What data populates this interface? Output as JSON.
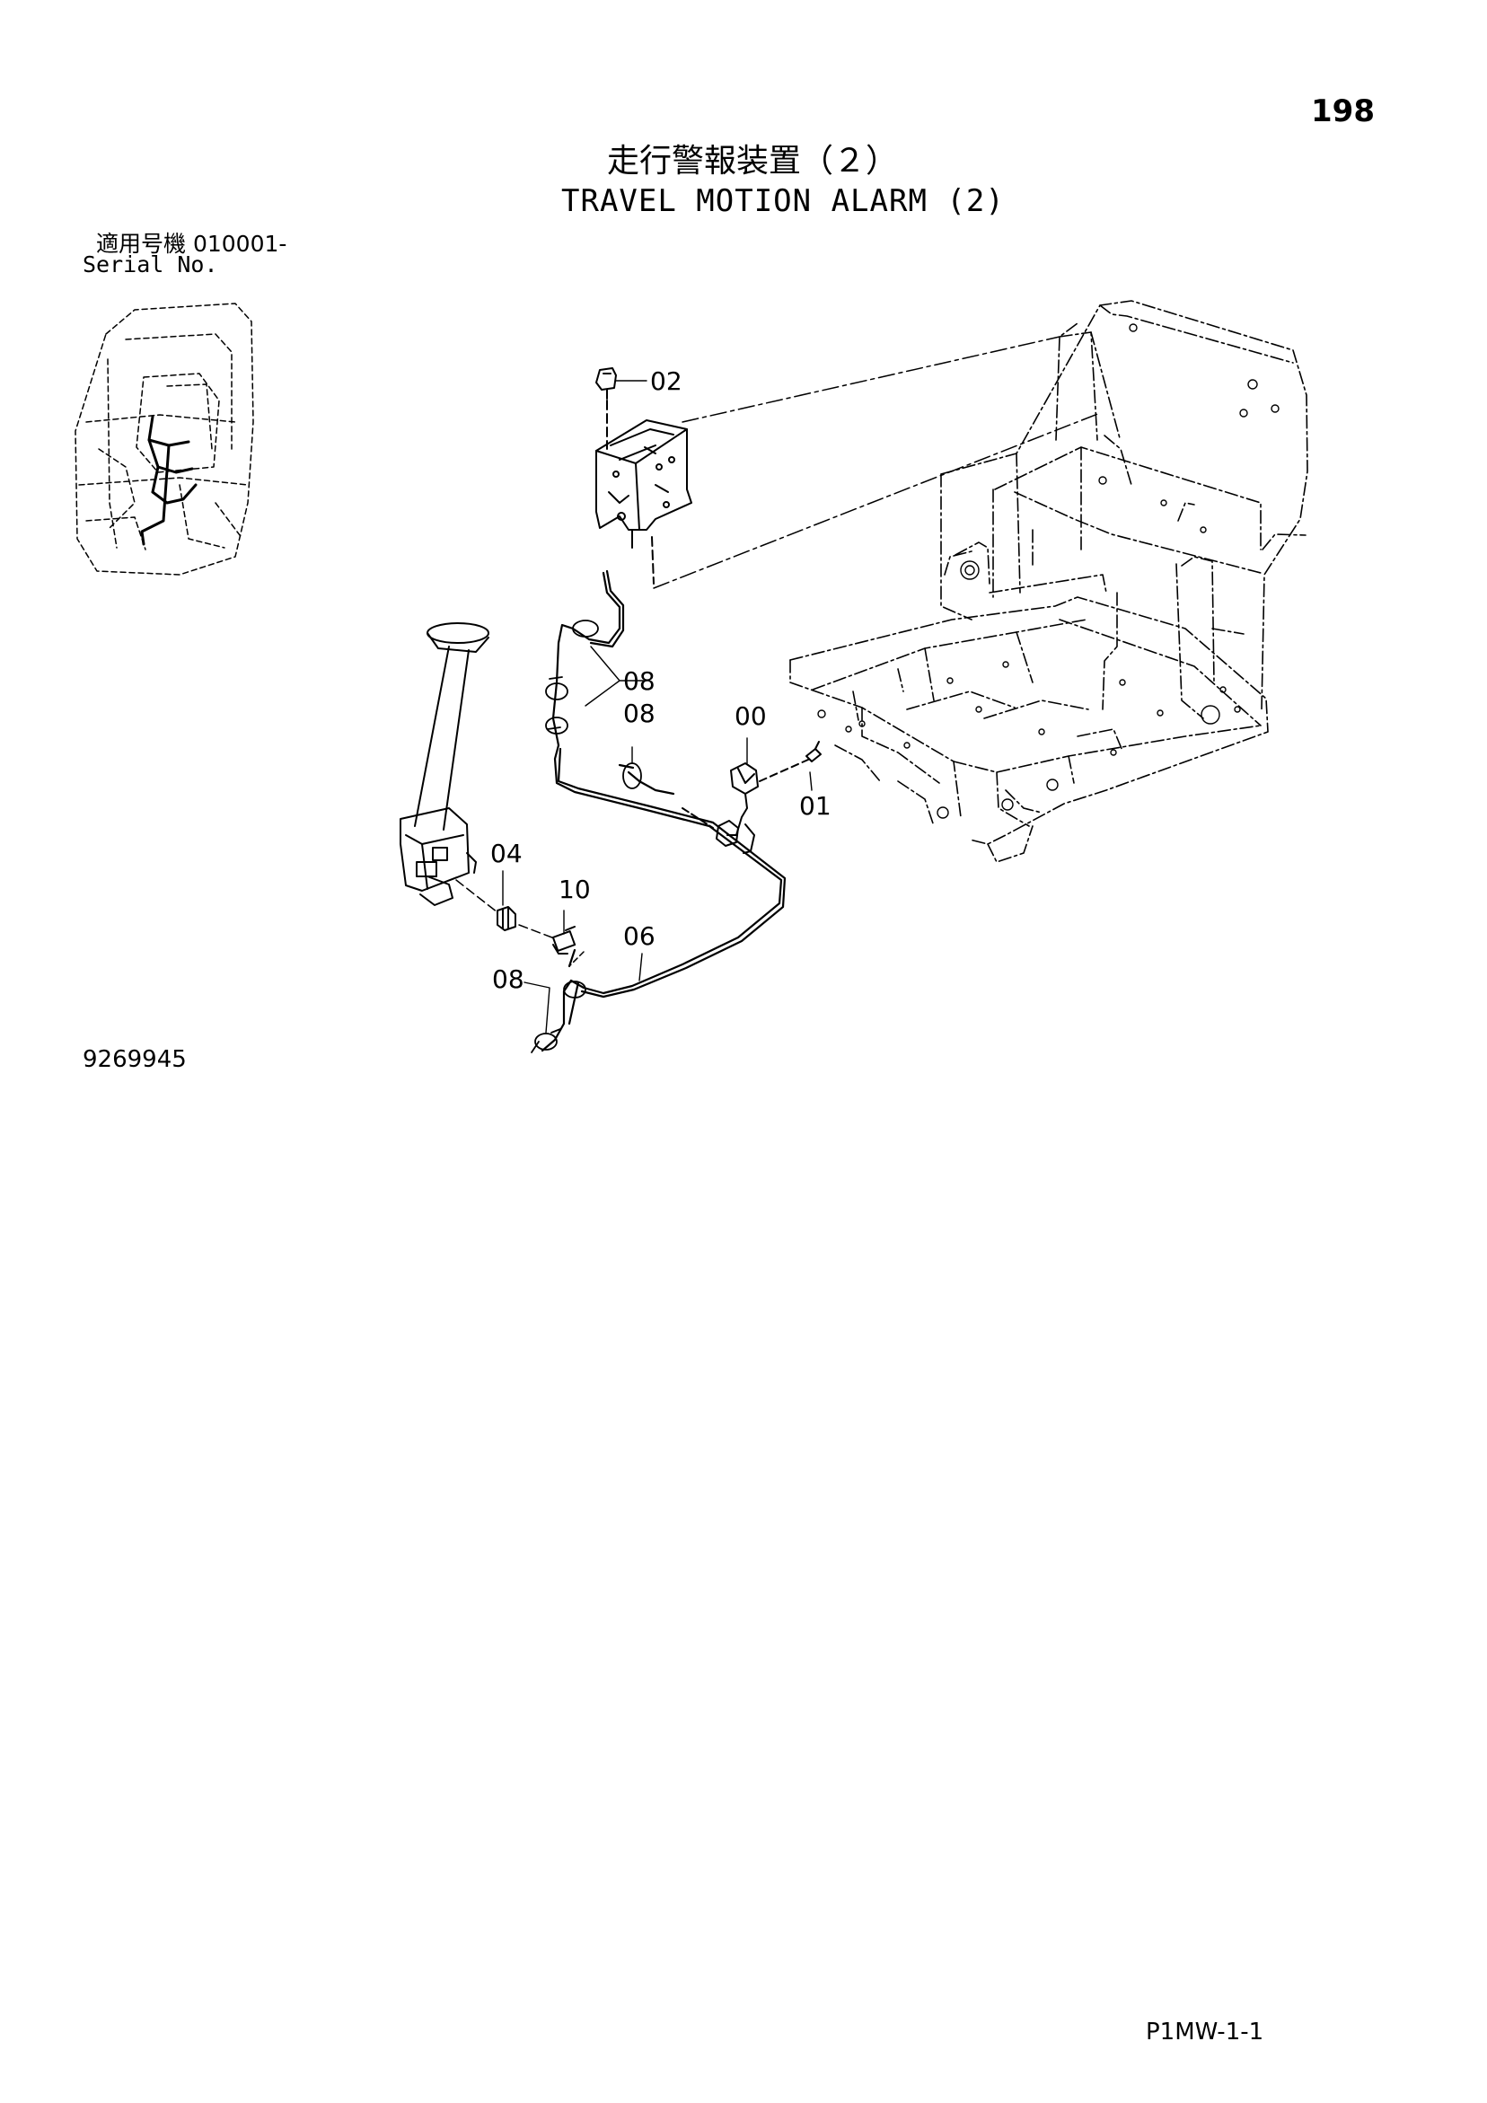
{
  "page": {
    "number": "198",
    "title_jp": "走行警報装置（２）",
    "title_en": "TRAVEL MOTION ALARM (2)",
    "serial_jp": "適用号機  010001-",
    "serial_en": "Serial No.",
    "figure_number": "9269945",
    "code": "P1MW-1-1"
  },
  "callouts": {
    "c02": "02",
    "c08a": "08",
    "c08b": "08",
    "c00": "00",
    "c01": "01",
    "c04": "04",
    "c10": "10",
    "c06": "06",
    "c08c": "08"
  }
}
